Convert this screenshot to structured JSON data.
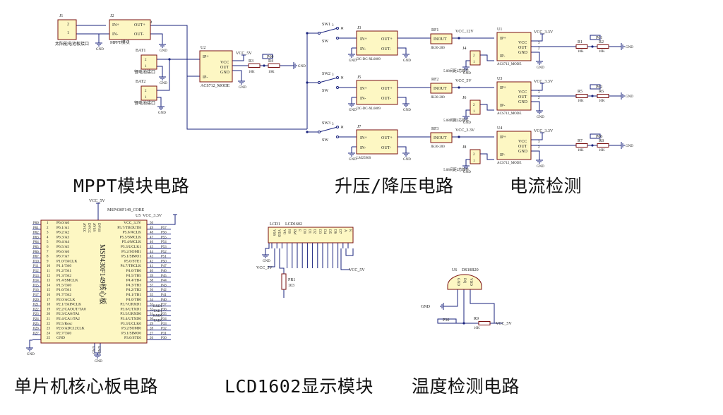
{
  "captions": {
    "mppt": "MPPT模块电路",
    "buck": "升压/降压电路",
    "current": "电流检测",
    "mcu": "单片机核心板电路",
    "lcd": "LCD1602显示模块",
    "temp": "温度检测电路"
  },
  "mppt": {
    "j1": "J1",
    "j1_desc": "太阳能电池板接口",
    "j2": "J2",
    "j2_desc": "MPPT模块",
    "in_p": "IN+",
    "in_n": "IN-",
    "out_p": "OUT+",
    "out_n": "OUT-",
    "bat1": "BAT1",
    "bat2": "BAT2",
    "bat_desc": "锂电池接口",
    "u2": "U2",
    "u2_model": "ACS712_MODE",
    "ip_p": "IP+",
    "ip_n": "IP-",
    "vcc": "VCC",
    "out": "OUT",
    "gnd": "GND",
    "net_vcc5": "VCC_5V",
    "r3": "R3",
    "r4": "R4",
    "r_val": "10K",
    "p60": "P60",
    "pin1": "1",
    "pin2": "2",
    "pin3": "3",
    "pin4": "4"
  },
  "power": {
    "sw1": "SW1",
    "sw2": "SW2",
    "sw3": "SW3",
    "sw": "SW",
    "j3": "J3",
    "j5": "J5",
    "j7": "J7",
    "dcdc": "DC-DC-XL6009",
    "lm": "LM2596S",
    "rf1": "RF1",
    "rf2": "RF2",
    "rf3": "RF3",
    "rf_model": "JK30-200",
    "inout": "INOUT",
    "vcc12": "VCC_12V",
    "vcc5": "VCC_5V",
    "vcc33": "VCC_3.3V",
    "u1": "U1",
    "u3": "U3",
    "u4": "U4",
    "j4": "J4",
    "j6": "J6",
    "j8": "J8",
    "term": "5.08间距2芯端子",
    "r1": "R1",
    "r2": "R2",
    "r5": "R5",
    "r6": "R6",
    "r7": "R7",
    "r8": "R8",
    "p61": "P61",
    "p62": "P62",
    "p66": "P66"
  },
  "mcu": {
    "ref": "U5",
    "model": "MSP430F149_CORE",
    "body": "MSP430F149核心板",
    "vcc5": "VCC_5V",
    "vcc33": "VCC_3.3V",
    "left_pins": [
      [
        "P60",
        "1",
        "P6.0/A0"
      ],
      [
        "P61",
        "2",
        "P6.1/A1"
      ],
      [
        "P62",
        "3",
        "P6.2/A2"
      ],
      [
        "P63",
        "4",
        "P6.3/A3"
      ],
      [
        "P64",
        "5",
        "P6.4/A4"
      ],
      [
        "P65",
        "6",
        "P6.5/A5"
      ],
      [
        "P66",
        "7",
        "P6.6/A6"
      ],
      [
        "P67",
        "8",
        "P6.7/A7"
      ],
      [
        "P10",
        "9",
        "P1.0/TACLK"
      ],
      [
        "P11",
        "10",
        "P1.1/TA0"
      ],
      [
        "P12",
        "11",
        "P1.2/TA1"
      ],
      [
        "P13",
        "12",
        "P1.3/TA2"
      ],
      [
        "P14",
        "13",
        "P1.4/SMCLK"
      ],
      [
        "P15",
        "14",
        "P1.5/TA0"
      ],
      [
        "P16",
        "15",
        "P1.6/TA1"
      ],
      [
        "P17",
        "16",
        "P1.7/TA2"
      ],
      [
        "P20",
        "17",
        "P2.0/ACLK"
      ],
      [
        "P21",
        "18",
        "P2.1/TAINCLK"
      ],
      [
        "P22",
        "19",
        "P2.2/CAOUT/TA0"
      ],
      [
        "P23",
        "20",
        "P2.3/CA0/TA1"
      ],
      [
        "P24",
        "21",
        "P2.4/CA1/TA2"
      ],
      [
        "P25",
        "22",
        "P2.5/Rosc"
      ],
      [
        "P26",
        "23",
        "P2.6/ADC12CLK"
      ],
      [
        "P27",
        "24",
        "P2.7/TA0"
      ],
      [
        "",
        "25",
        "GND"
      ]
    ],
    "right_pins": [
      [
        "",
        "50",
        "VCC_3.3V"
      ],
      [
        "P57",
        "49",
        "P5.7/TBOUTH"
      ],
      [
        "P56",
        "48",
        "P5.6/ACLK"
      ],
      [
        "P55",
        "47",
        "P5.5/SMCLK"
      ],
      [
        "P54",
        "46",
        "P5.4/MCLK"
      ],
      [
        "P53",
        "45",
        "P5.3/UCLK1"
      ],
      [
        "P52",
        "44",
        "P5.2/SOMI1"
      ],
      [
        "P51",
        "43",
        "P5.1/SIMO1"
      ],
      [
        "P50",
        "42",
        "P5.0/STE1"
      ],
      [
        "P47",
        "41",
        "P4.7/TBCLK"
      ],
      [
        "P46",
        "40",
        "P4.6/TB6"
      ],
      [
        "P45",
        "39",
        "P4.5/TB5"
      ],
      [
        "P44",
        "38",
        "P4.4/TB4"
      ],
      [
        "P43",
        "37",
        "P4.3/TB3"
      ],
      [
        "P42",
        "36",
        "P4.2/TB2"
      ],
      [
        "P41",
        "35",
        "P4.1/TB1"
      ],
      [
        "P40",
        "34",
        "P4.0/TB0"
      ],
      [
        "P37",
        "33",
        "P3.7/URXD1"
      ],
      [
        "P36",
        "32",
        "P3.6/UTXD1"
      ],
      [
        "P35",
        "31",
        "P3.5/URXD0"
      ],
      [
        "P34",
        "30",
        "P3.4/UTXD0"
      ],
      [
        "P33",
        "29",
        "P3.3/UCLK0"
      ],
      [
        "P32",
        "28",
        "P3.2/SOMI0"
      ],
      [
        "P31",
        "27",
        "P3.1/SIMO0"
      ],
      [
        "P30",
        "26",
        "P3.0/STE0"
      ]
    ],
    "net_labels": [
      "RXD1",
      "TXD1",
      "RXD0",
      "TXD0"
    ],
    "top_pins": [
      "AVCC",
      "DVCC",
      "AVSS",
      "DVSS"
    ],
    "bot_pins": [
      "GND",
      "GND"
    ]
  },
  "lcd": {
    "ref": "LCD1",
    "model": "LCD1602",
    "pins": [
      "VSS",
      "VDD",
      "VO",
      "RS",
      "RW",
      "E",
      "D0",
      "D1",
      "D2",
      "D3",
      "D4",
      "D5",
      "D6",
      "D7",
      "A",
      "K"
    ],
    "vcc5": "VCC_5V",
    "pot": "PR1",
    "pot_val": "103"
  },
  "temp": {
    "ref": "U6",
    "model": "DS18B20",
    "pins": [
      "GND",
      "DQ",
      "VDD"
    ],
    "gnd": "GND",
    "p30": "P30",
    "r9": "R9",
    "r_val": "10K",
    "vcc5": "VCC_5V"
  }
}
